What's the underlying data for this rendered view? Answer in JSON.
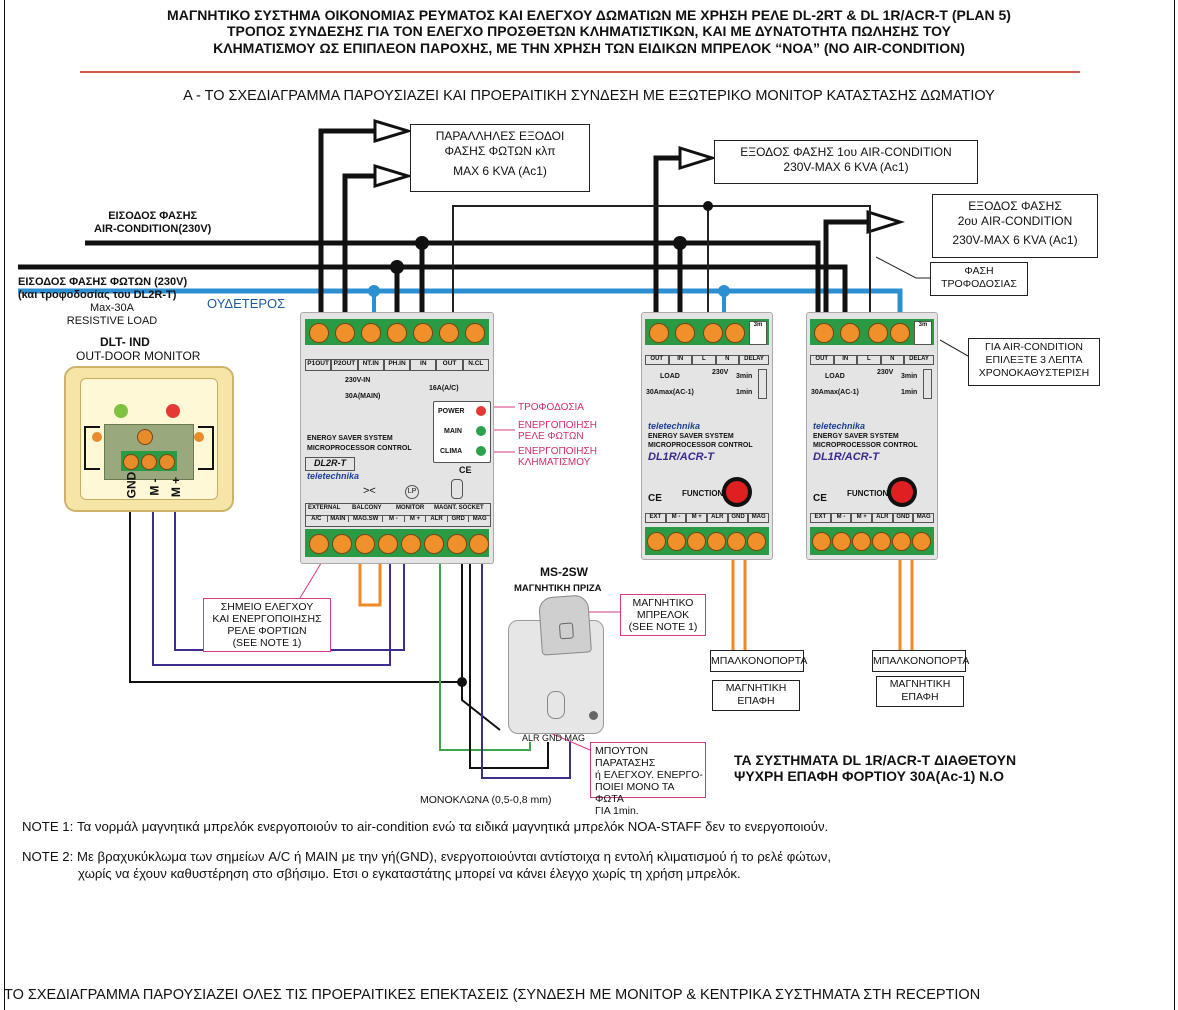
{
  "header": {
    "line1": "ΜΑΓΝΗΤΙΚΟ ΣΥΣΤΗΜΑ ΟΙΚΟΝΟΜΙΑΣ ΡΕΥΜΑΤΟΣ ΚΑΙ ΕΛΕΓΧΟΥ ΔΩΜΑΤΙΩΝ ΜΕ ΧΡΗΣΗ ΡΕΛΕ DL-2RT & DL 1R/ACR-T (PLAN 5)",
    "line2": "ΤΡΟΠΟΣ ΣΥΝΔΕΣΗΣ ΓΙΑ ΤΟΝ ΕΛΕΓΧΟ ΠΡΟΣΘΕΤΩΝ ΚΛΗΜΑΤΙΣΤΙΚΩΝ, ΚΑΙ ΜΕ ΔΥΝΑΤΟΤΗΤΑ ΠΩΛΗΣΗΣ ΤΟΥ",
    "line3": "ΚΛΗΜΑΤΙΣΜΟΥ ΩΣ ΕΠΙΠΛΕΟΝ ΠΑΡΟΧΗΣ, ΜΕ ΤΗΝ ΧΡΗΣΗ ΤΩΝ ΕΙΔΙΚΩΝ ΜΠΡΕΛΟΚ “ΝΟΑ” (NO AIR-CONDITION)",
    "subtitle": "Α - ΤΟ ΣΧΕΔΙΑΓΡΑΜΜΑ ΠΑΡΟΥΣΙΑΖΕΙ ΚΑΙ ΠΡΟΕΡΑΙΤΙΚΗ ΣΥΝΔΕΣΗ ΜΕ ΕΞΩΤΕΡΙΚΟ ΜΟΝΙΤΟΡ ΚΑΤΑΣΤΑΣΗΣ ΔΩΜΑΤΙΟΥ"
  },
  "boxes": {
    "parallel": [
      "ΠΑΡΑΛΛΗΛΕΣ ΕΞΟΔΟΙ",
      "ΦΑΣΗΣ ΦΩΤΩΝ κλπ",
      "MAX 6 KVA (Ac1)"
    ],
    "ac1": [
      "ΕΞΟΔΟΣ ΦΑΣΗΣ 1ου AIR-CONDITION",
      "230V-MAX 6 KVA (Ac1)"
    ],
    "ac2": [
      "ΕΞΟΔΟΣ ΦΑΣΗΣ",
      "2ου AIR-CONDITION",
      "230V-MAX 6 KVA (Ac1)"
    ],
    "supply": [
      "ΦΑΣΗ",
      "ΤΡΟΦΟΔΟΣΙΑΣ"
    ],
    "delay": [
      "ΓΙΑ AIR-CONDITION",
      "ΕΠΙΛΕΞΤΕ 3 ΛΕΠΤΑ",
      "ΧΡΟΝΟΚΑΘΥΣΤΕΡΙΣΗ"
    ],
    "control_point": [
      "ΣΗΜΕΙΟ ΕΛΕΓΧΟΥ",
      "ΚΑΙ ΕΝΕΡΓΟΠΟΙΗΣΗΣ",
      "ΡΕΛΕ ΦΟΡΤΙΩΝ",
      "(SEE NOTE 1)"
    ],
    "keyring": [
      "ΜΑΓΝΗΤΙΚΟ",
      "ΜΠΡΕΛΟΚ",
      "(SEE NOTE 1)"
    ],
    "test_button": [
      "ΜΠΟΥΤΟΝ ΠΑΡΑΤΑΣΗΣ",
      "ή ΕΛΕΓΧΟΥ. ΕΝΕΡΓΟ-",
      "ΠΟΙΕΙ ΜΟΝΟ ΤΑ ΦΩΤΑ",
      "ΓΙΑ 1min."
    ],
    "balcony1": "ΜΠΑΛΚΟΝΟΠΟΡΤΑ",
    "balcony2": "ΜΠΑΛΚΟΝΟΠΟΡΤΑ",
    "contact1": [
      "ΜΑΓΝΗΤΙΚΗ",
      "ΕΠΑΦΗ"
    ],
    "contact2": [
      "ΜΑΓΝΗΤΙΚΗ",
      "ΕΠΑΦΗ"
    ]
  },
  "labels": {
    "ac_in": [
      "ΕΙΣΟΔΟΣ ΦΑΣΗΣ",
      "AIR-CONDITION(230V)"
    ],
    "light_in": [
      "ΕΙΣΟΔΟΣ ΦΑΣΗΣ ΦΩΤΩΝ (230V)",
      "(και τροφοδοσίας του DL2R-T)"
    ],
    "light_in_spec": [
      "Max-30A",
      "RESISTIVE LOAD"
    ],
    "neutral": "ΟΥΔΕΤΕΡΟΣ",
    "dlt_name": "DLT- IND",
    "dlt_sub": "OUT-DOOR MONITOR",
    "dlt_terms": [
      "GND",
      "M -",
      "M +"
    ],
    "legend_power": "ΤΡΟΦΟΔΟΣΙΑ",
    "legend_main": [
      "ΕΝΕΡΓΟΠΟΙΗΣΗ",
      "ΡΕΛΕ ΦΩΤΩΝ"
    ],
    "legend_clima": [
      "ΕΝΕΡΓΟΠΟΙΗΣΗ",
      "ΚΛΗΜΑΤΙΣΜΟΥ"
    ],
    "ms_name": "MS-2SW",
    "ms_sub": "ΜΑΓΝΗΤΙΚΗ ΠΡΙΖΑ",
    "ms_terms": "ALR GND MAG",
    "wire_note": "ΜΟΝΟΚΛΩΝΑ (0,5-0,8 mm)",
    "claim1": "ΤΑ ΣΥΣΤΗΜΑΤΑ DL  1R/ACR-T ΔΙΑΘΕΤΟΥΝ",
    "claim2": "ΨΥΧΡΗ ΕΠΑΦΗ ΦΟΡΤΙΟΥ 30Α(Ac-1) Ν.Ο"
  },
  "dl2r": {
    "top_terms": [
      "P1OUT",
      "P2OUT",
      "NT.IN",
      "PH.IN",
      "IN",
      "OUT",
      "N.CL"
    ],
    "rating_main": "30A(MAIN)",
    "rating_ac": "16A(A/C)",
    "rating_v": "230V-IN",
    "leds": [
      "POWER",
      "MAIN",
      "CLIMA"
    ],
    "brand_line1": "ENERGY SAVER SYSTEM",
    "brand_line2": "MICROPROCESSOR CONTROL",
    "model": "DL2R-T",
    "brand": "teletechnika",
    "ce": "CE",
    "groups": [
      "EXTERNAL",
      "BALCONY",
      "MONITOR",
      "MAGNT. SOCKET"
    ],
    "bottom_terms": [
      "A/C",
      "MAIN",
      "MAG.SW",
      "M -",
      "M +",
      "ALR",
      "GRD",
      "MAG"
    ],
    "sym1": "><",
    "sym2": "LP"
  },
  "dl1r": {
    "top_terms": [
      "OUT",
      "IN",
      "L",
      "N",
      "DELAY"
    ],
    "load": "LOAD",
    "rating": "30Amax(AC-1)",
    "v": "230V",
    "delays": [
      "3m",
      "3min",
      "1min"
    ],
    "brand": "teletechnika",
    "brand_line1": "ENERGY SAVER SYSTEM",
    "brand_line2": "MICROPROCESSOR CONTROL",
    "model": "DL1R/ACR-T",
    "function": "FUNCTION",
    "ce": "CE",
    "bottom_terms": [
      "EXT",
      "M -",
      "M +",
      "ALR",
      "GND",
      "MAG"
    ]
  },
  "notes": {
    "note1": "NOTE 1: Τα νορμάλ μαγνητικά μπρελόκ ενεργοποιούν το air-condition ενώ τα ειδικά μαγνητικά μπρελόκ  NOA-STAFF δεν το ενεργοποιούν.",
    "note2a": "NOTE 2: Με βραχυκύκλωμα των σημείων A/C ή MAIN με την γή(GND), ενεργοποιούνται αντίστοιχα η εντολή κλιματισμού ή το ρελέ φώτων,",
    "note2b": "χωρίς να έχουν καθυστέρηση στο σβήσιμο. Ετσι ο εγκαταστάτης μπορεί να κάνει έλεγχο χωρίς τη χρήση μπρελόκ.",
    "footer": "ΤΟ ΣΧΕΔΙΑΓΡΑΜΜΑ ΠΑΡΟΥΣΙΑΖΕΙ ΟΛΕΣ ΤΙΣ ΠΡΟΕΡΑΙΤΙΚΕΣ ΕΠΕΚΤΑΣΕΙΣ (ΣΥΝΔΕΣΗ ΜΕ ΜΟΝΙΤΟΡ & ΚΕΝΤΡΙΚΑ ΣΥΣΤΗΜΑΤΑ ΣΤΗ RECEPTION"
  },
  "colors": {
    "bus": "#111111",
    "neutral": "#2b8fd1",
    "terminal": "#2a9a44",
    "pink": "#d63a84",
    "orange": "#f08a24",
    "purple": "#3c2d8f",
    "green_wire": "#3aa54a",
    "rule": "#d9534f"
  }
}
